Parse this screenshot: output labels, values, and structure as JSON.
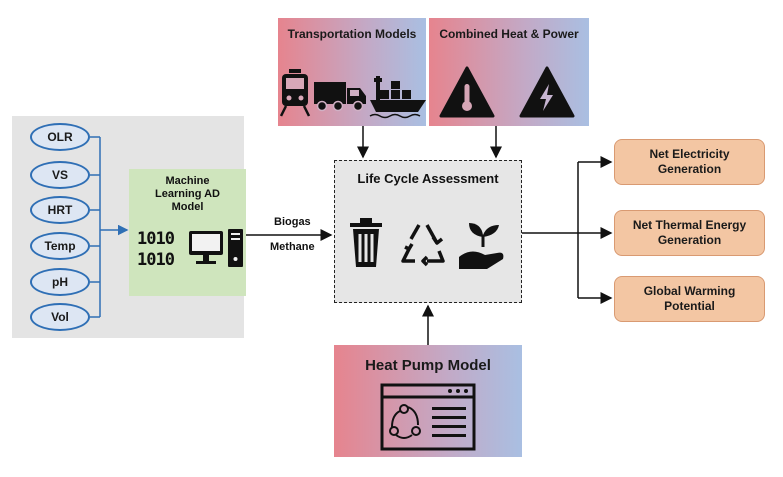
{
  "inputs": [
    "OLR",
    "VS",
    "HRT",
    "Temp",
    "pH",
    "Vol"
  ],
  "ml_model": {
    "title": "Machine Learning AD Model",
    "binary_top": "1010",
    "binary_bottom": "1010"
  },
  "flows": {
    "biogas": "Biogas",
    "methane": "Methane"
  },
  "transportation": {
    "title": "Transportation Models"
  },
  "chp": {
    "title": "Combined Heat & Power"
  },
  "lca": {
    "title": "Life Cycle Assessment"
  },
  "heat_pump": {
    "title": "Heat Pump Model"
  },
  "outputs": [
    "Net Electricity Generation",
    "Net Thermal Energy Generation",
    "Global Warming Potential"
  ]
}
